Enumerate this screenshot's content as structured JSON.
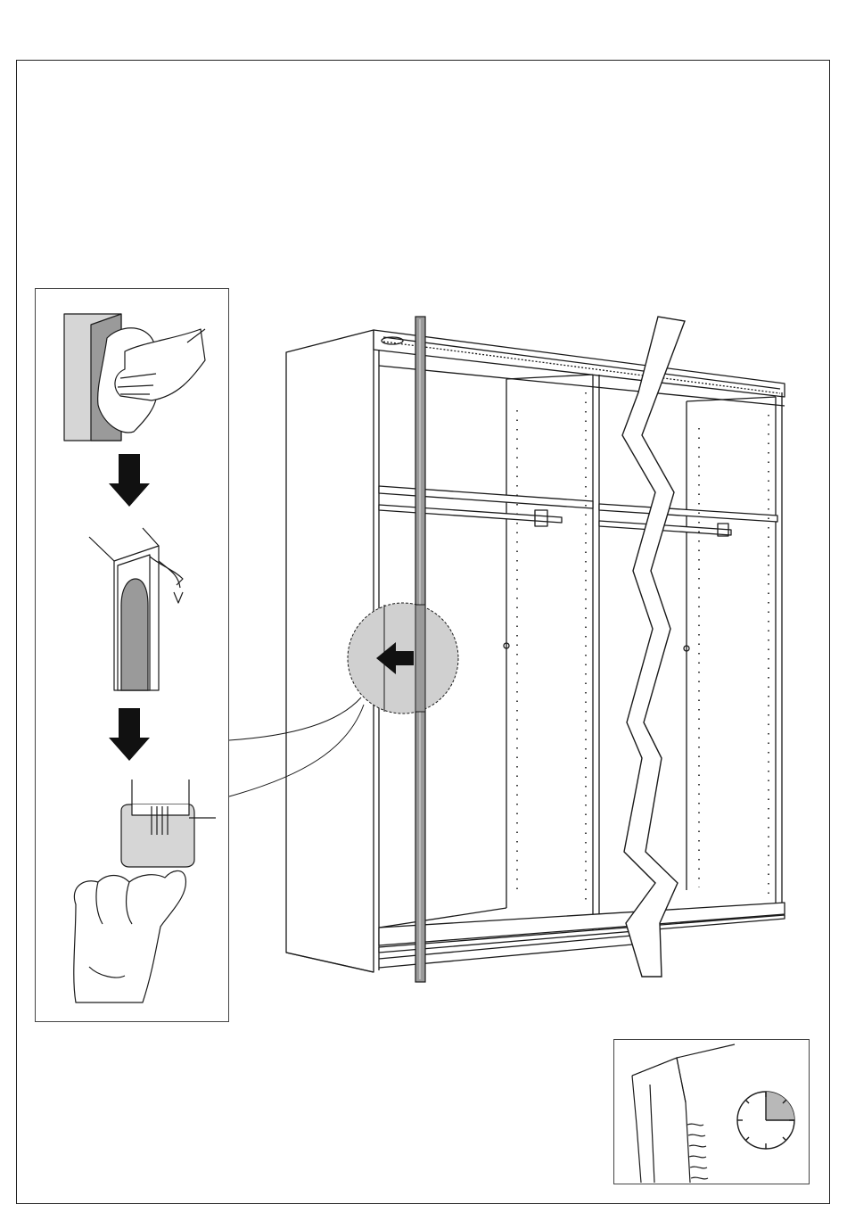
{
  "page": {
    "type": "assembly-instruction",
    "text_visible": false
  },
  "steps": [
    {
      "id": "clean-surface",
      "icon": "wiping-hand-icon"
    },
    {
      "id": "peel-backing",
      "icon": "peel-strip-icon"
    },
    {
      "id": "press-strip",
      "icon": "pressing-thumb-icon"
    }
  ],
  "main_illustration": {
    "subject": "wardrobe-frame-icon",
    "detail_marker": "detail-magnifier-circle",
    "direction": "left-arrow-icon"
  },
  "hint": {
    "icons": [
      "glued-edge-icon",
      "clock-icon"
    ],
    "clock_shaded_fraction": 0.25
  },
  "colors": {
    "line": "#1a1a1a",
    "fill_gray": "#9a9a9a",
    "fill_light": "#d6d6d6",
    "magnifier": "#d0d0d0"
  }
}
